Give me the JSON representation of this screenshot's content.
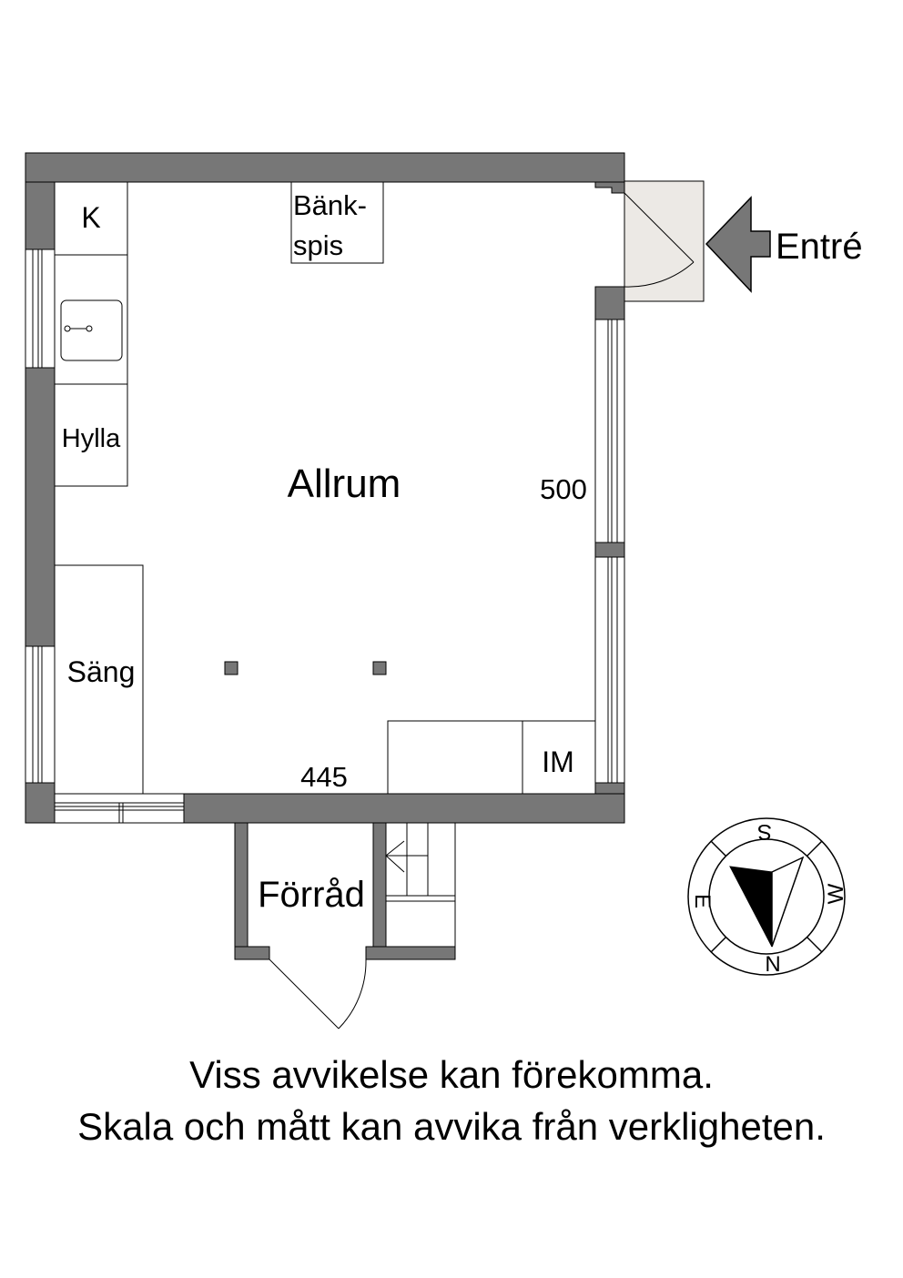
{
  "labels": {
    "kitchen_unit": "K",
    "stove": "Bänk-",
    "stove_line2": "spis",
    "shelf": "Hylla",
    "main_room": "Allrum",
    "bed": "Säng",
    "washer": "IM",
    "storage": "Förråd",
    "entrance": "Entré",
    "dim_depth": "500",
    "dim_width": "445"
  },
  "compass": {
    "south": "S",
    "west": "W",
    "north": "N",
    "east": "E"
  },
  "disclaimer": {
    "line1": "Viss avvikelse kan förekomma.",
    "line2": "Skala och mått kan avvika från verkligheten."
  },
  "colors": {
    "wall": "#777777",
    "entry_mat": "#ece9e5",
    "line": "#000000"
  }
}
